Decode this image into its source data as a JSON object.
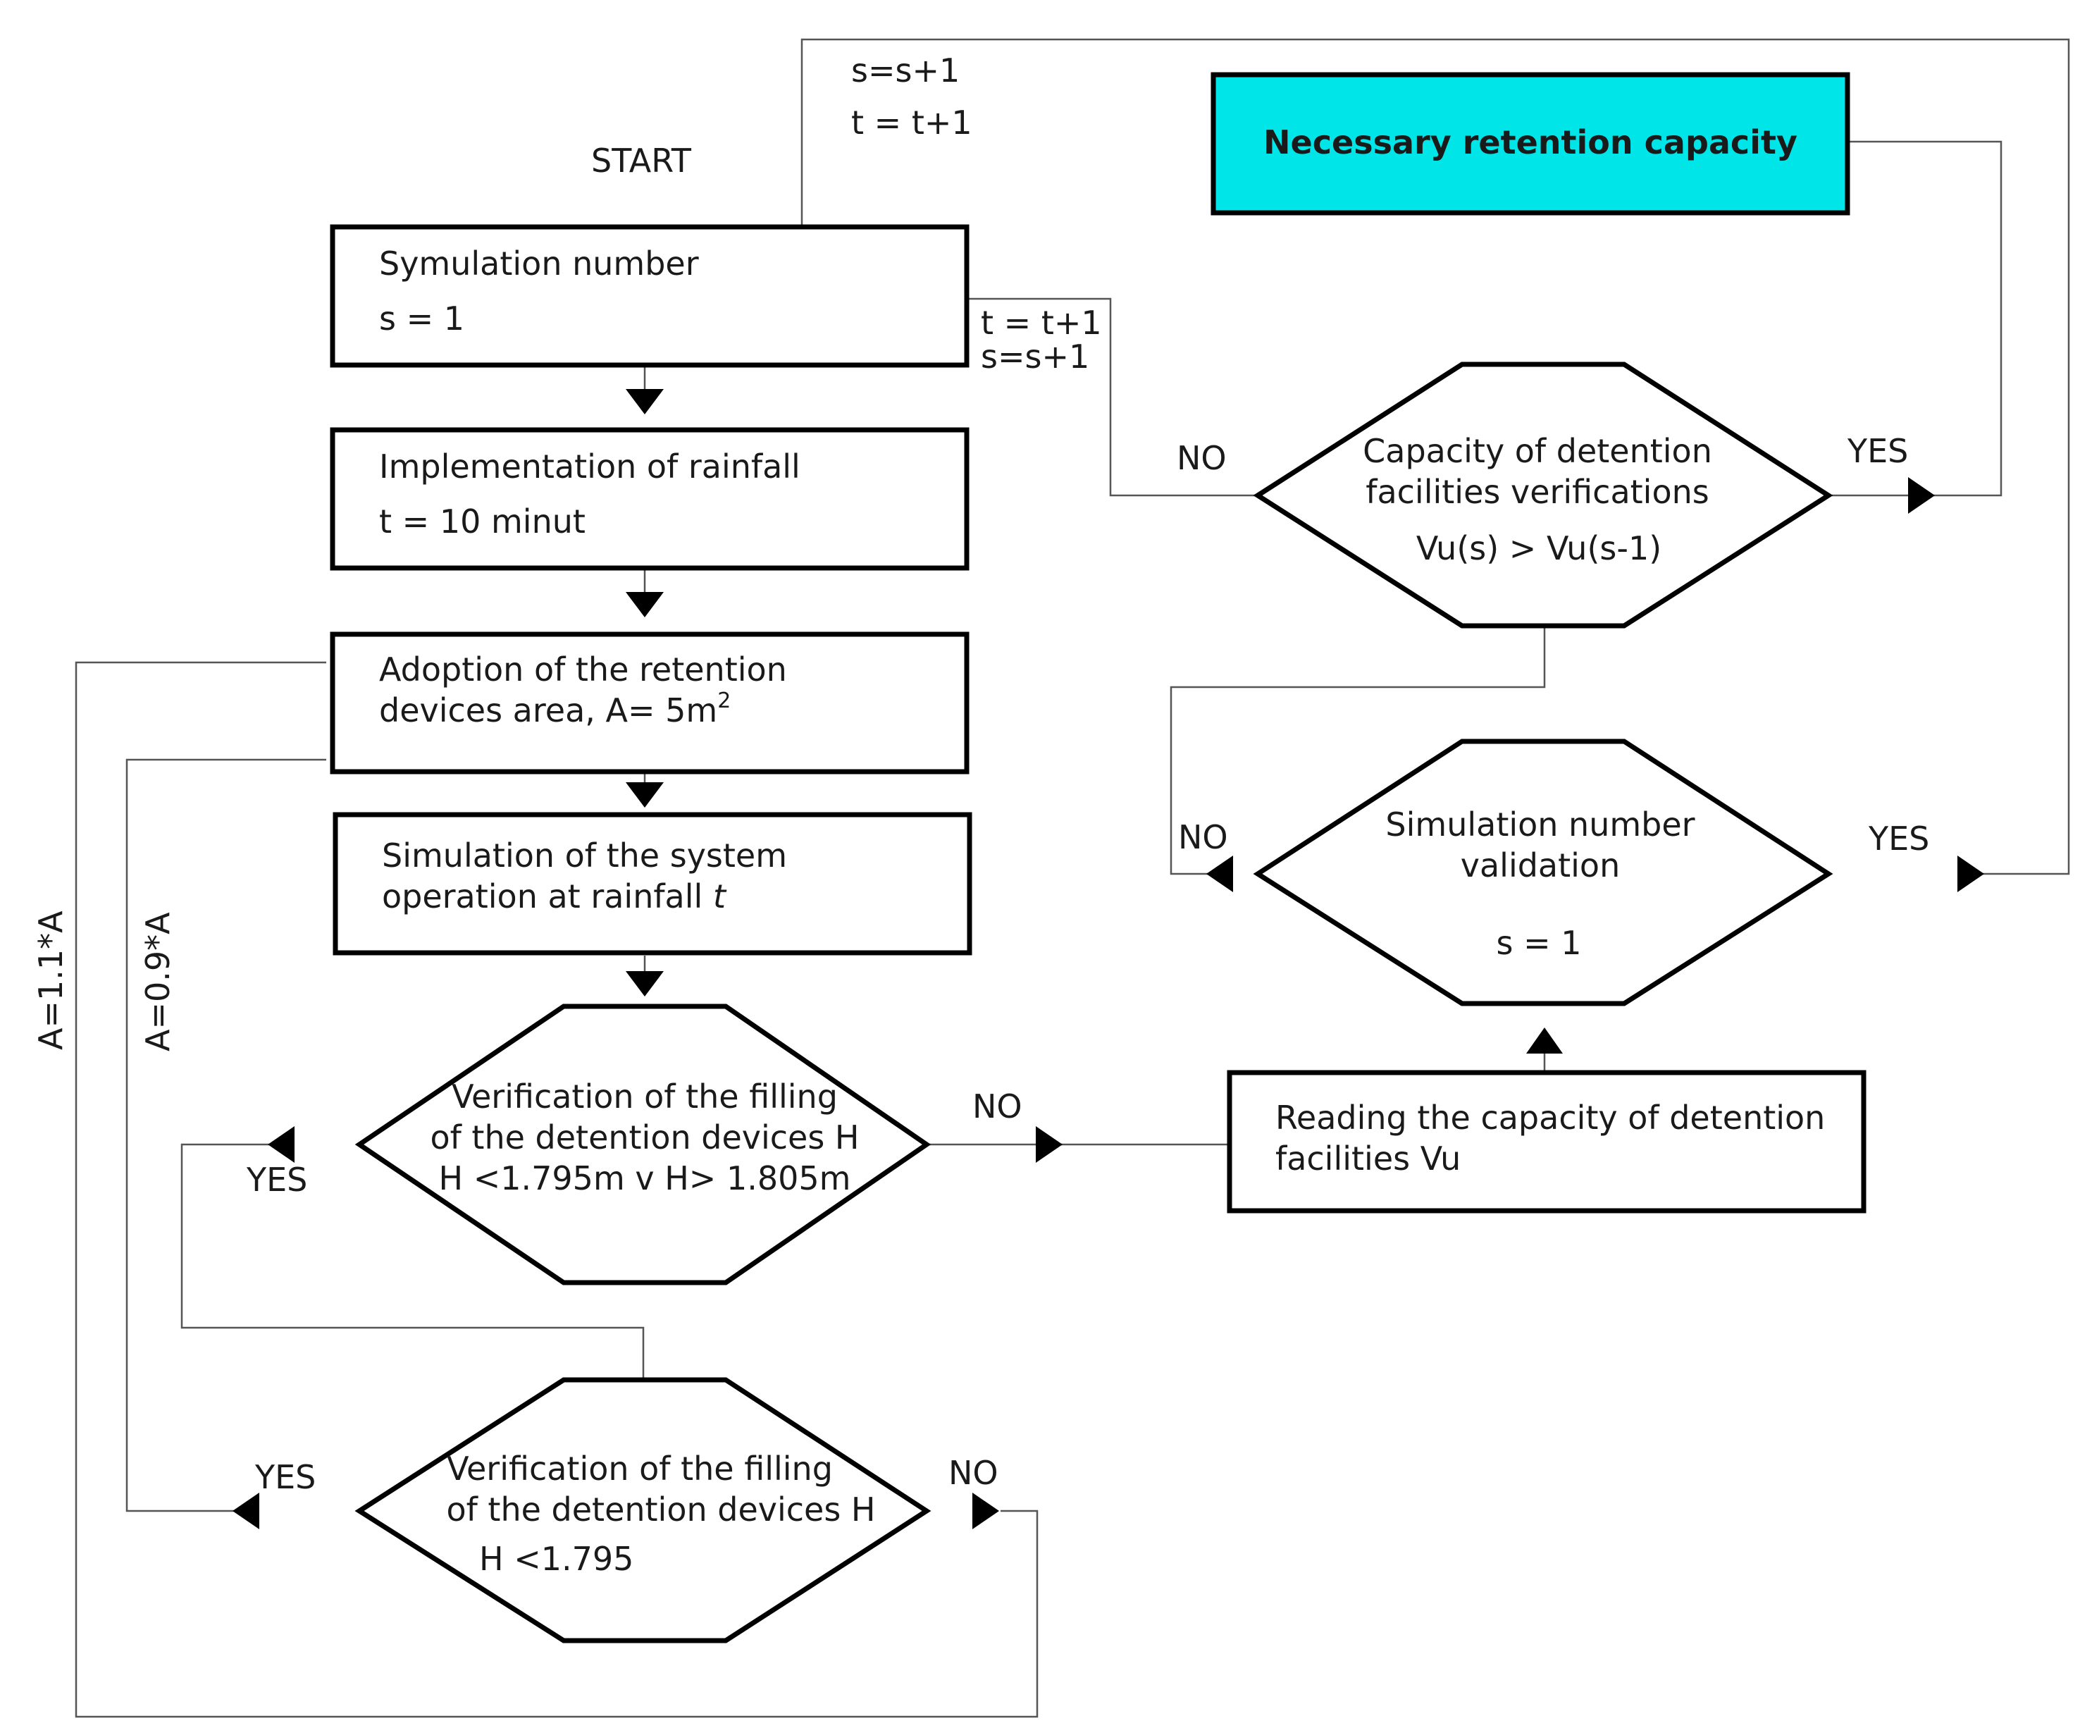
{
  "colors": {
    "highlight_fill": "#00e5e8",
    "border": "#000000",
    "connector": "#555555"
  },
  "diagram": {
    "start_label": "START",
    "top_loop_label_1": "s=s+1",
    "top_loop_label_2": "t = t+1",
    "nodes": {
      "necessary_capacity": {
        "text": "Necessary retention capacity"
      },
      "sim_number": {
        "line1": "Symulation number",
        "line2": "s = 1"
      },
      "rainfall": {
        "line1": "Implementation of rainfall",
        "line2": "t = 10 minut"
      },
      "adoption": {
        "line1": "Adoption of the retention",
        "line2_prefix": "devices area, A= 5m",
        "line2_sup": "2"
      },
      "simulation": {
        "line1": "Simulation of the system",
        "line2_prefix": "operation at rainfall ",
        "line2_italic": "t"
      },
      "verify1": {
        "line1": "Verification of the filling",
        "line2": "of the detention devices H",
        "line3": "H <1.795m v H> 1.805m"
      },
      "verify2": {
        "line1": "Verification of the filling",
        "line2": "of the detention devices H",
        "line3": "H <1.795"
      },
      "capacity_verif": {
        "line1": "Capacity of detention",
        "line2": "facilities verifications",
        "line3": "Vu(s) > Vu(s-1)"
      },
      "sim_validation": {
        "line1": "Simulation number",
        "line2": "validation",
        "line3": "s = 1"
      },
      "reading": {
        "line1": "Reading the capacity of  detention",
        "line2": "facilities Vu"
      }
    },
    "edge_labels": {
      "inc_t": "t = t+1",
      "inc_s": "s=s+1",
      "no_capacity": "NO",
      "yes_capacity": "YES",
      "no_validation": "NO",
      "yes_validation": "YES",
      "no_verify1": "NO",
      "yes_verify1": "YES",
      "yes_verify2": "YES",
      "no_verify2": "NO",
      "area_increase": "A=1.1*A",
      "area_decrease": "A=0.9*A"
    }
  }
}
